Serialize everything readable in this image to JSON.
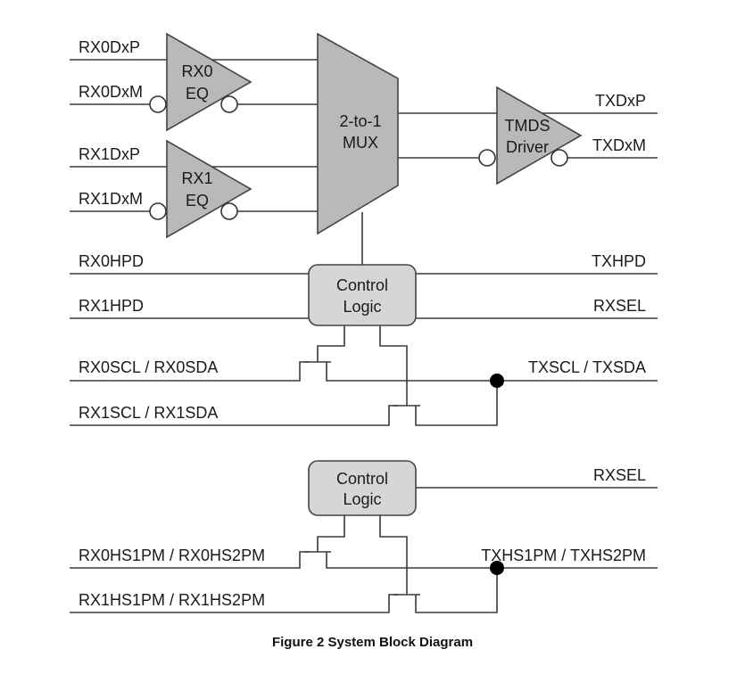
{
  "signals": {
    "rx0dxp": "RX0DxP",
    "rx0dxm": "RX0DxM",
    "rx1dxp": "RX1DxP",
    "rx1dxm": "RX1DxM",
    "txdxp": "TXDxP",
    "txdxm": "TXDxM",
    "rx0hpd": "RX0HPD",
    "rx1hpd": "RX1HPD",
    "txhpd": "TXHPD",
    "rxsel": "RXSEL",
    "rx0scl_sda": "RX0SCL / RX0SDA",
    "rx1scl_sda": "RX1SCL / RX1SDA",
    "txscl_sda": "TXSCL / TXSDA",
    "rxsel_2": "RXSEL",
    "rx0hs": "RX0HS1PM / RX0HS2PM",
    "rx1hs": "RX1HS1PM / RX1HS2PM",
    "txhs": "TXHS1PM / TXHS2PM"
  },
  "blocks": {
    "rx0_eq_line1": "RX0",
    "rx0_eq_line2": "EQ",
    "rx1_eq_line1": "RX1",
    "rx1_eq_line2": "EQ",
    "mux_line1": "2-to-1",
    "mux_line2": "MUX",
    "tmds_line1": "TMDS",
    "tmds_line2": "Driver",
    "ctrl1_line1": "Control",
    "ctrl1_line2": "Logic",
    "ctrl2_line1": "Control",
    "ctrl2_line2": "Logic"
  },
  "caption": "Figure 2 System Block Diagram"
}
